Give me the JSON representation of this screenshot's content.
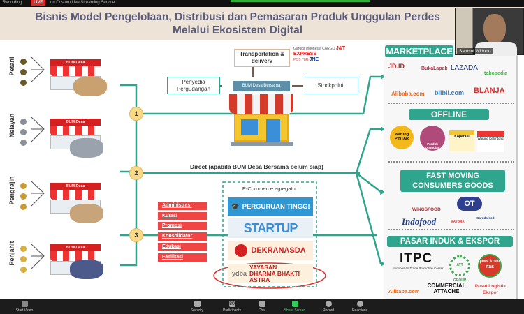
{
  "zoom": {
    "recording_label": "Recording",
    "live_badge": "LIVE",
    "stream_service": "on Custom Live Streaming Service",
    "participant_name": "Samsul Widodo",
    "toolbar": [
      {
        "label": "Start Video",
        "icon": "video-off-icon"
      },
      {
        "label": "Security",
        "icon": "shield-icon"
      },
      {
        "label": "Participants",
        "icon": "participants-icon",
        "count": "80"
      },
      {
        "label": "Chat",
        "icon": "chat-icon"
      },
      {
        "label": "Share Screen",
        "icon": "share-screen-icon"
      },
      {
        "label": "Record",
        "icon": "record-icon"
      },
      {
        "label": "Reactions",
        "icon": "reactions-icon"
      }
    ]
  },
  "slide": {
    "title_line1": "Bisnis Model Pengelolaan, Distribusi dan Pemasaran Produk Unggulan Perdes",
    "title_line2": "Melalui Ekosistem Digital",
    "producers": [
      {
        "role": "Petani",
        "store": "BUM Desa"
      },
      {
        "role": "Nelayan",
        "store": "BUM Desa"
      },
      {
        "role": "Pengrajin",
        "store": "BUM Desa"
      },
      {
        "role": "Penjahit",
        "store": "BUM Desa"
      }
    ],
    "steps": [
      "1",
      "2",
      "3"
    ],
    "hub": {
      "name": "BUM Desa Bersama",
      "transport": "Transportation & delivery",
      "warehouse": "Penyedia Pergudangan",
      "stockpoint": "Stockpoint",
      "couriers": [
        "Garuda Indonesia CARGO",
        "J&T EXPRESS",
        "POS",
        "TIKI",
        "JNE"
      ]
    },
    "direct_label": "Direct (apabila BUM Desa Bersama belum siap)",
    "services": [
      "Administrasi",
      "Kurasi",
      "Promosi",
      "Konsolidator",
      "Edukasi",
      "Fasilitasi"
    ],
    "ecommerce": {
      "title": "E-Commerce agregator",
      "items": [
        "PERGURUAN TINGGI",
        "STARTUP",
        "DEKRANASDA",
        "YAYASAN DHARMA BHAKTI ASTRA"
      ],
      "ydba_logo": "ydba"
    },
    "channels": {
      "marketplace": {
        "title": "MARKETPLACE",
        "logos": [
          "JD.ID",
          "BukaLapak",
          "LAZADA",
          "tokopedia",
          "Alibaba.com",
          "blibli.com",
          "BLANJA"
        ]
      },
      "offline": {
        "title": "OFFLINE",
        "logos": [
          "Warung PINTAR",
          "Produk Unggulan",
          "Koperasi",
          "Warung Kelontong"
        ]
      },
      "fmcg": {
        "title": "FAST MOVING CONSUMERS GOODS",
        "logos": [
          "WINGSFOOD",
          "OT",
          "Indofood",
          "MAYORA",
          "Garudafood"
        ]
      },
      "export": {
        "title": "PASAR INDUK & EKSPOR",
        "logos": [
          "ITPC",
          "Indonesian Trade Promotion Center",
          "ATT GROUP",
          "pas kom nas",
          "Alibaba.com",
          "COMMERCIAL ATTACHE",
          "Pusat Logistik Ekspor"
        ]
      }
    }
  },
  "colors": {
    "teal": "#2ea58c",
    "title_band": "#ede4d7",
    "title_text": "#5a5a78",
    "red": "#f04545",
    "step": "#f8d98a"
  }
}
